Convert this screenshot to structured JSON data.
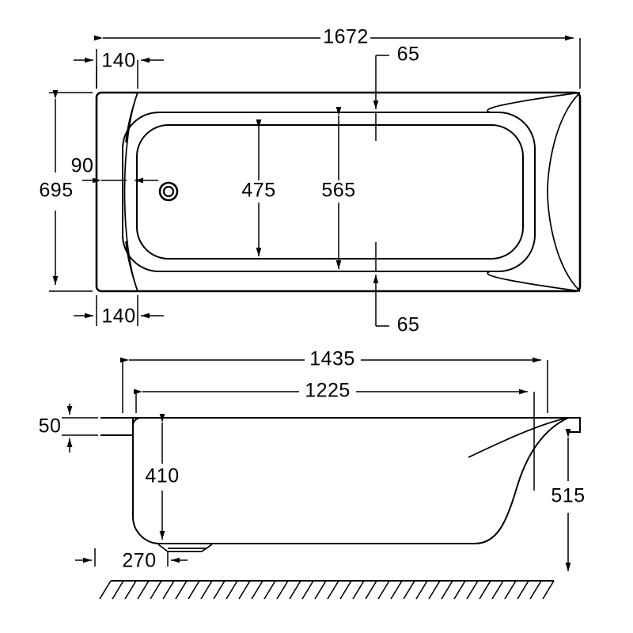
{
  "document": {
    "kind": "technical-drawing",
    "subject": "bath",
    "units": "mm",
    "views": [
      "plan",
      "side-elevation"
    ]
  },
  "plan_view": {
    "name": "plan-view",
    "dimensions": {
      "overall_length": "1672",
      "overall_width": "695",
      "rim_width_top": "140",
      "rim_width_bottom": "140",
      "inner_offset_left": "90",
      "inner_width_475": "475",
      "inner_width_565": "565",
      "rim_top_65": "65",
      "rim_bottom_65": "65"
    },
    "features": {
      "drain": "waste-outlet"
    }
  },
  "elevation_view": {
    "name": "side-elevation-view",
    "dimensions": {
      "top_length": "1435",
      "inner_length": "1225",
      "rim_thickness": "50",
      "inner_depth": "410",
      "overall_height": "515",
      "foot_offset": "270"
    },
    "features": {
      "floor": "floor-hatching"
    }
  },
  "labels": {
    "d1672": "1672",
    "d695": "695",
    "d140a": "140",
    "d140b": "140",
    "d90": "90",
    "d475": "475",
    "d565": "565",
    "d65a": "65",
    "d65b": "65",
    "d1435": "1435",
    "d1225": "1225",
    "d50": "50",
    "d410": "410",
    "d515": "515",
    "d270": "270"
  },
  "colors": {
    "line": "#000000",
    "background": "#ffffff"
  }
}
